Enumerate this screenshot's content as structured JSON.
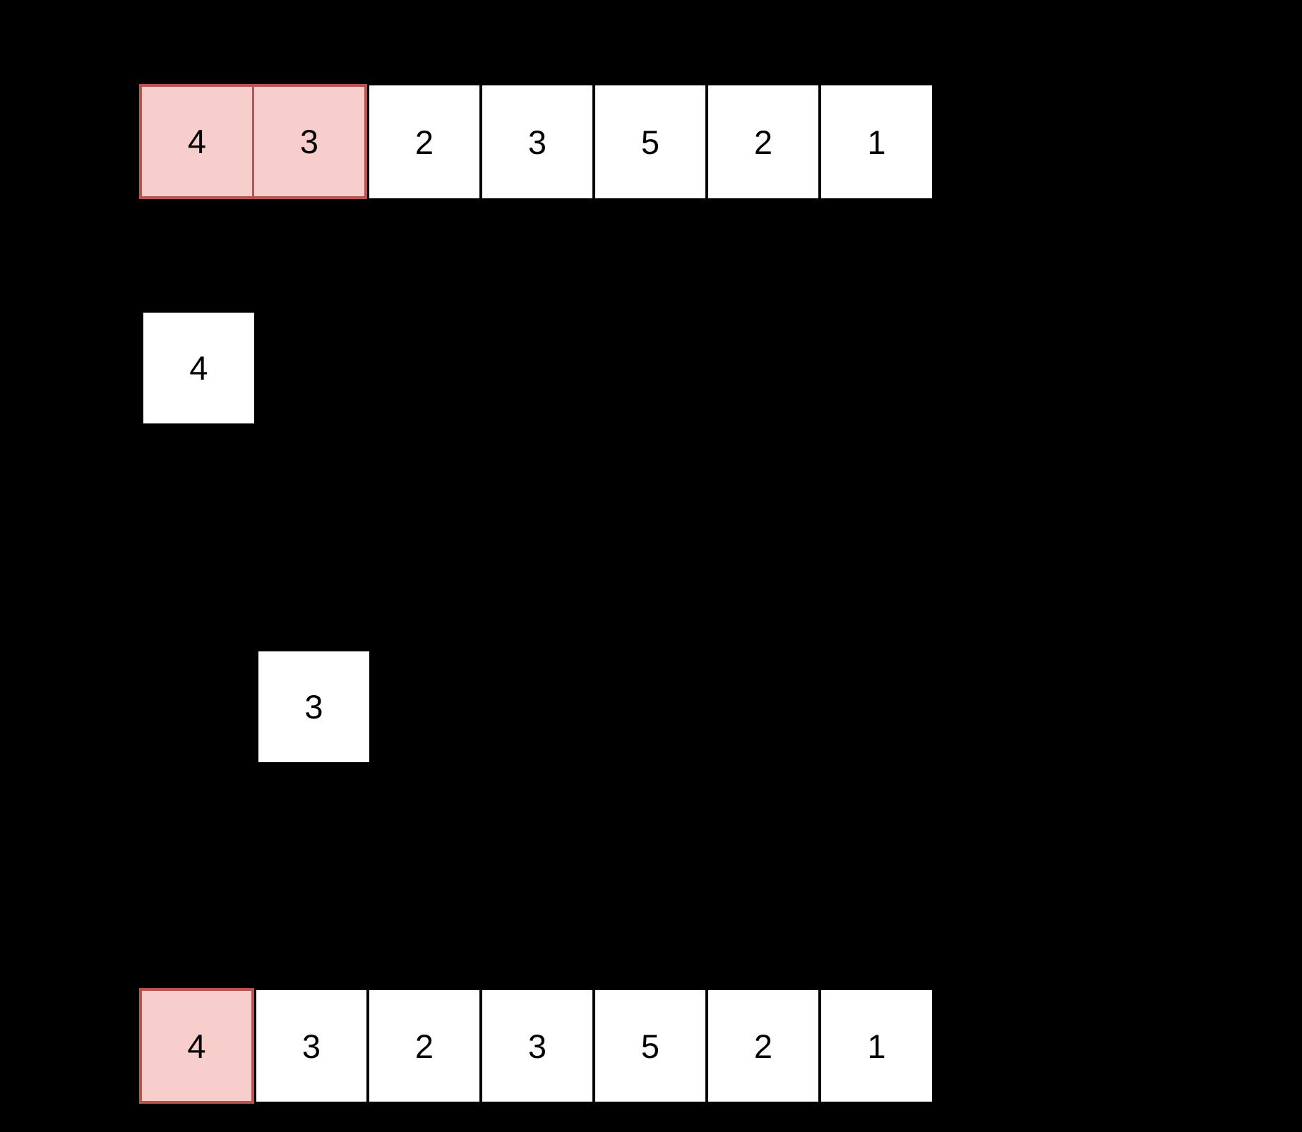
{
  "colors": {
    "background": "#000000",
    "cell_fill": "#ffffff",
    "highlight_fill": "#f8cecc",
    "highlight_stroke": "#b85450",
    "cell_text": "#000000"
  },
  "rows": {
    "top": {
      "values": [
        "4",
        "3",
        "2",
        "3",
        "5",
        "2",
        "1"
      ],
      "highlighted_indices": [
        0,
        1
      ]
    },
    "extracted_first": {
      "value": "4"
    },
    "extracted_second": {
      "value": "3"
    },
    "bottom": {
      "values": [
        "4",
        "3",
        "2",
        "3",
        "5",
        "2",
        "1"
      ],
      "highlighted_indices": [
        0
      ]
    }
  }
}
